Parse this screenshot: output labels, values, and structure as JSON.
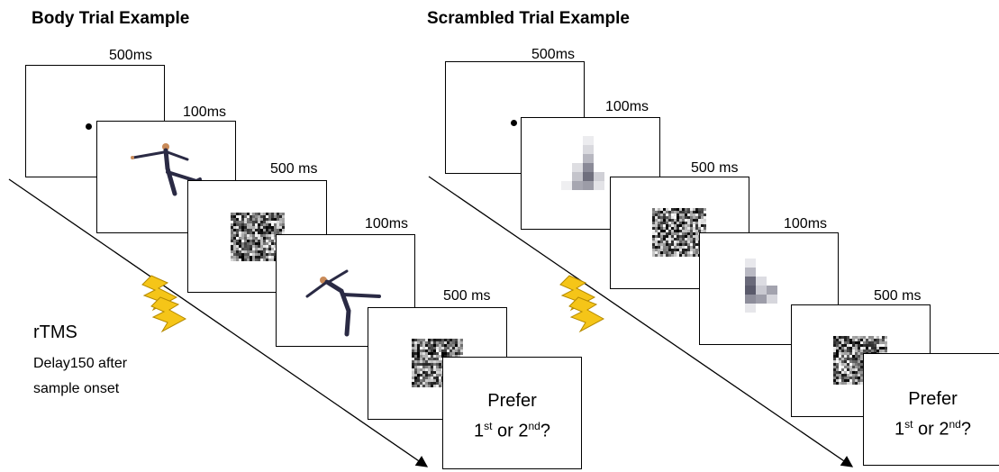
{
  "panels": [
    {
      "title": "Body Trial Example",
      "timings": [
        "500ms",
        "100ms",
        "500 ms",
        "100ms",
        "500 ms"
      ],
      "question": {
        "word": "Prefer",
        "first": "1",
        "first_sup": "st",
        "middle": " or 2",
        "second_sup": "nd",
        "end": "?"
      },
      "stimuli": [
        "fixation-dot",
        "body-image",
        "noise-mask",
        "body-image",
        "noise-mask"
      ]
    },
    {
      "title": "Scrambled Trial Example",
      "timings": [
        "500ms",
        "100ms",
        "500 ms",
        "100ms",
        "500 ms"
      ],
      "question": {
        "word": "Prefer",
        "first": "1",
        "first_sup": "st",
        "middle": " or 2",
        "second_sup": "nd",
        "end": "?"
      },
      "stimuli": [
        "fixation-dot",
        "scrambled-image",
        "noise-mask",
        "scrambled-image",
        "noise-mask"
      ]
    }
  ],
  "rtms": {
    "label": "rTMS",
    "note_line1": "Delay150 after",
    "note_line2": "sample onset",
    "icon": "lightning-bolt-icon",
    "color": "#f5c518"
  }
}
